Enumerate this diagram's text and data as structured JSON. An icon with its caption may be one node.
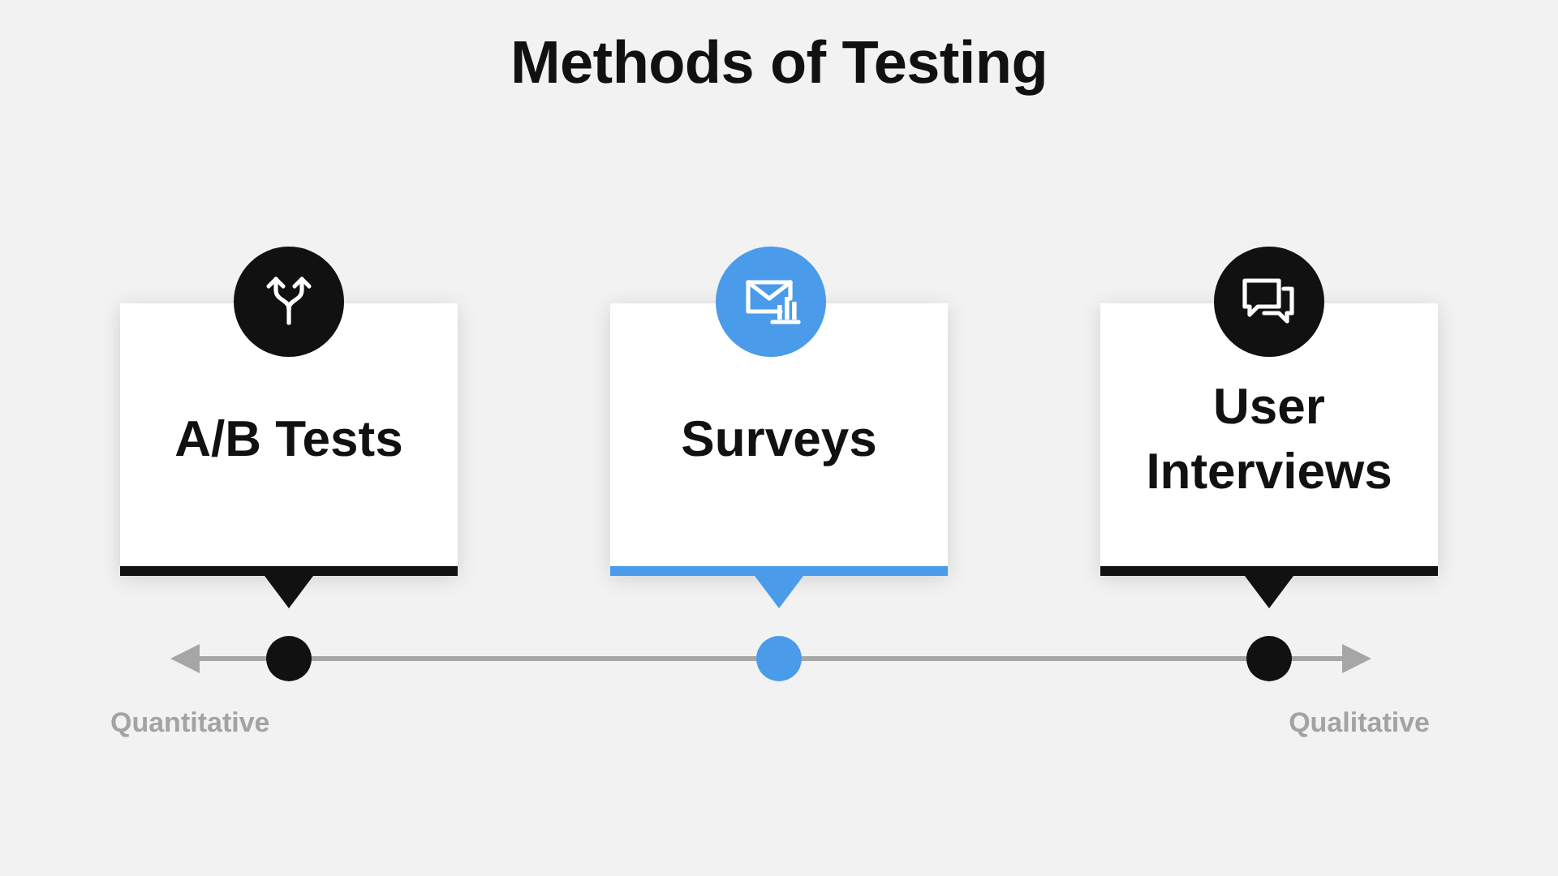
{
  "diagram": {
    "title": "Methods of Testing",
    "nodes": [
      {
        "text": [
          "A/B Tests"
        ]
      },
      {
        "text": [
          "Surveys"
        ]
      },
      {
        "text": [
          "User Interviews"
        ]
      },
      {
        "text": [],
        "shape": "circle"
      },
      {
        "text": [],
        "shape": "circle"
      },
      {
        "text": [],
        "shape": "circle"
      }
    ],
    "labels": [
      "Quantitative",
      "Qualitative"
    ]
  }
}
